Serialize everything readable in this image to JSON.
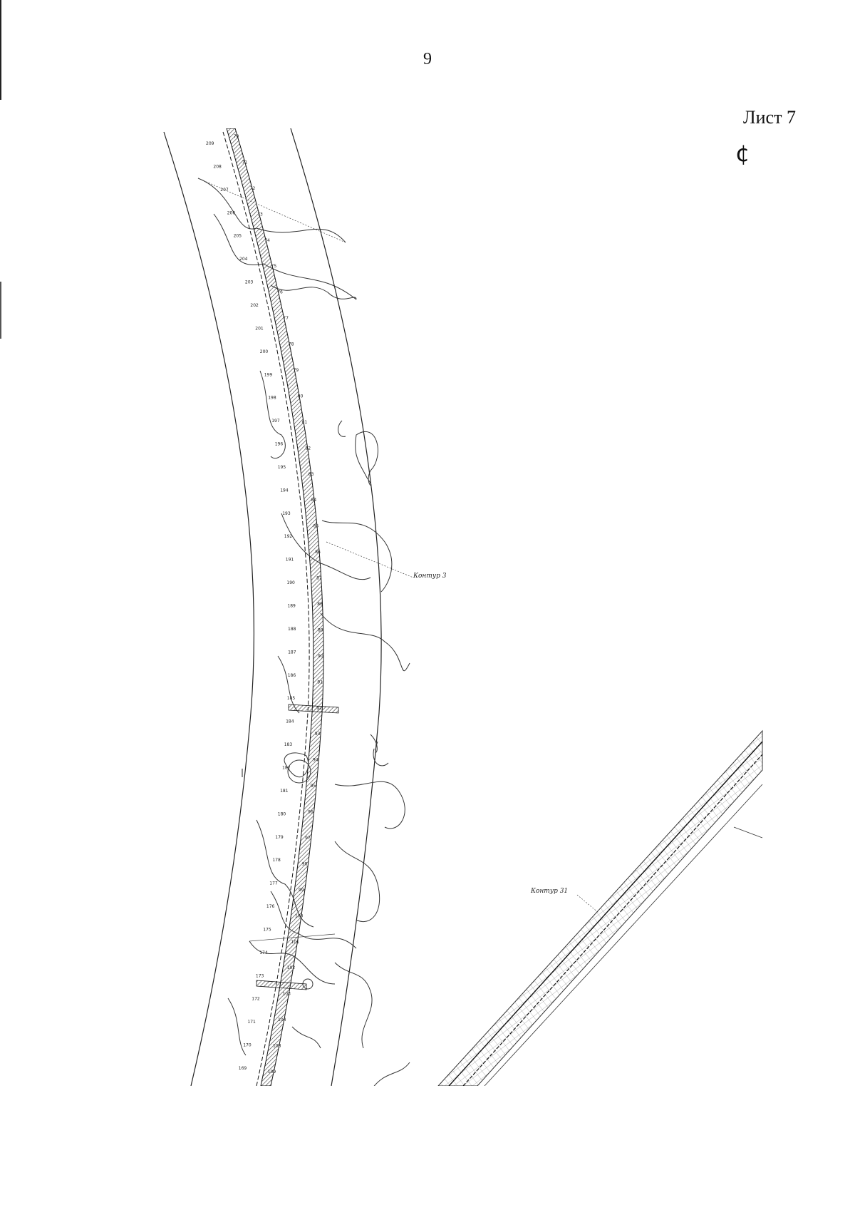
{
  "page": {
    "number": "9",
    "sheet_label": "Лист 7",
    "axis_symbol": "¢"
  },
  "map": {
    "contour_left": "Контур 3",
    "contour_right": "Контур 31",
    "right_points": [
      "70",
      "71",
      "72",
      "73",
      "74",
      "75",
      "76",
      "77",
      "78",
      "79",
      "80",
      "81",
      "82",
      "83",
      "84",
      "85",
      "86",
      "87",
      "88",
      "89",
      "90",
      "91",
      "92",
      "93",
      "94",
      "95",
      "96",
      "97",
      "98",
      "99",
      "100",
      "101",
      "102",
      "103",
      "104",
      "108",
      "109"
    ],
    "left_points": [
      "209",
      "208",
      "207",
      "206",
      "205",
      "204",
      "203",
      "202",
      "201",
      "200",
      "199",
      "198",
      "197",
      "196",
      "195",
      "194",
      "193",
      "192",
      "191",
      "190",
      "189",
      "188",
      "187",
      "186",
      "185",
      "184",
      "183",
      "182",
      "181",
      "180",
      "179",
      "178",
      "177",
      "176",
      "175",
      "174",
      "173",
      "172",
      "171",
      "170",
      "169"
    ]
  }
}
